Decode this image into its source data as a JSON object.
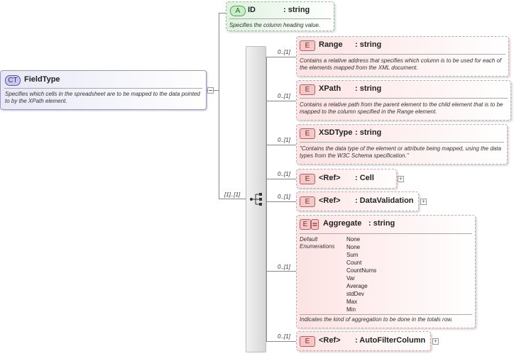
{
  "complex_type": {
    "badge": "CT",
    "name": "FieldType",
    "description": "Specifies which cells in the spreadsheet are to be mapped to the data pointed to by the XPath element."
  },
  "attribute": {
    "badge": "A",
    "name": "ID",
    "type": ": string",
    "description": "Specifies the column heading value."
  },
  "sequence": {
    "cardinality": "[1]..[1]"
  },
  "elements": [
    {
      "badge": "E",
      "name": "Range",
      "type": ": string",
      "cardinality": "0..[1]",
      "description": "Contains a relative address that specifies which column is to be used for each of the elements mapped from the XML document."
    },
    {
      "badge": "E",
      "name": "XPath",
      "type": ": string",
      "cardinality": "0..[1]",
      "description": "Contains a relative path from the parent element to the child element that is to be mapped to the column specified in the Range element."
    },
    {
      "badge": "E",
      "name": "XSDType",
      "type": ": string",
      "cardinality": "0..[1]",
      "description": "\"Contains the data type of the element or attribute being mapped, using the data types from the W3C Schema specification.\""
    },
    {
      "badge": "E",
      "name": "<Ref>",
      "type": ": Cell",
      "cardinality": "0..[1]"
    },
    {
      "badge": "E",
      "name": "<Ref>",
      "type": ": DataValidation",
      "cardinality": "0..[1]"
    },
    {
      "badge": "E",
      "name": "Aggregate",
      "type": ": string",
      "cardinality": "0..[1]",
      "default_label": "Default",
      "enumerations_label": "Enumerations",
      "default_value": "None",
      "enumerations": [
        "None",
        "Sum",
        "Count",
        "CountNums",
        "Var",
        "Average",
        "stdDev",
        "Max",
        "Min"
      ],
      "description": "Indicates the kind of aggregation to be done in the totals row."
    },
    {
      "badge": "E",
      "name": "<Ref>",
      "type": ": AutoFilterColumn",
      "cardinality": "0..[1]"
    }
  ],
  "colors": {
    "complex_type_fill": "#e8e8f7",
    "attribute_fill": "#ddf2dd",
    "element_fill": "#fde3e3",
    "connector": "#888888"
  }
}
